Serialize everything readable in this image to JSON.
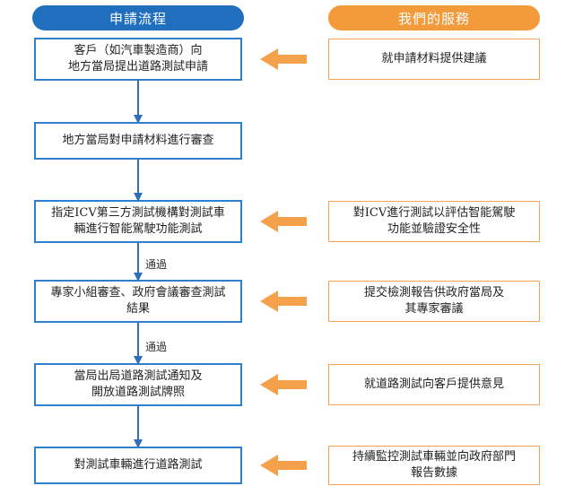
{
  "headers": {
    "process": "申請流程",
    "services": "我們的服務"
  },
  "steps": [
    {
      "text": "客戶（如汽車製造商）向\n地方當局提出道路測試申請",
      "service": "就申請材料提供建議"
    },
    {
      "text": "地方當局對申請材料進行審查",
      "service": ""
    },
    {
      "text": "指定ICV第三方測試機構對測試車\n輛進行智能駕駛功能測試",
      "service": "對ICV進行測試以評估智能駕駛\n功能並驗證安全性"
    },
    {
      "text": "專家小組審查、政府會議審查測試\n結果",
      "service": "提交檢測報告供政府當局及\n其專家審議"
    },
    {
      "text": "當局出局道路測試通知及\n開放道路測試牌照",
      "service": "就道路測試向客戶提供意見"
    },
    {
      "text": "對測試車輛進行道路測試",
      "service": "持續監控測試車輛並向政府部門\n報告數據"
    }
  ],
  "connector_labels": [
    "通過",
    "通過"
  ],
  "colors": {
    "blue": "#1f6fbe",
    "orange": "#f39a3b"
  }
}
